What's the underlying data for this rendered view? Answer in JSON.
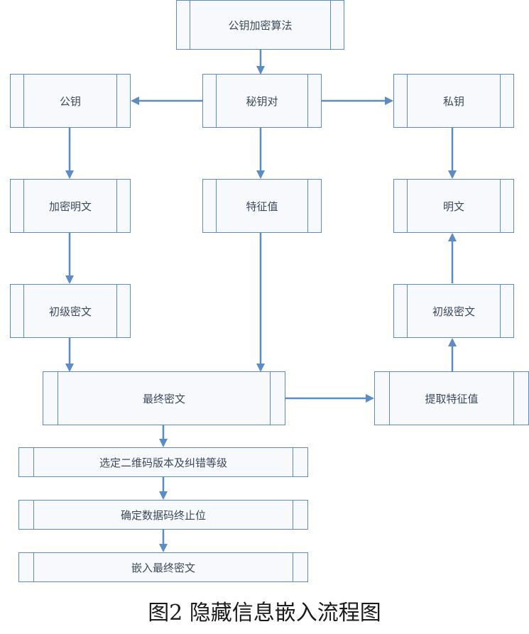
{
  "nodes": {
    "pubkey_algo": "公钥加密算法",
    "keypair": "秘钥对",
    "pubkey": "公钥",
    "privkey": "私钥",
    "encrypt_plain": "加密明文",
    "feature": "特征值",
    "plaintext": "明文",
    "initial_cipher_left": "初级密文",
    "initial_cipher_right": "初级密文",
    "final_cipher": "最终密文",
    "extract_feature": "提取特征值",
    "select_qr": "选定二维码版本及纠错等级",
    "determine_stop": "确定数据码终止位",
    "embed_final": "嵌入最终密文"
  },
  "caption": "图2 隐藏信息嵌入流程图",
  "colors": {
    "stroke": "#5b8cc4",
    "fill": "#f7f9fc",
    "text": "#3c4a5e"
  }
}
